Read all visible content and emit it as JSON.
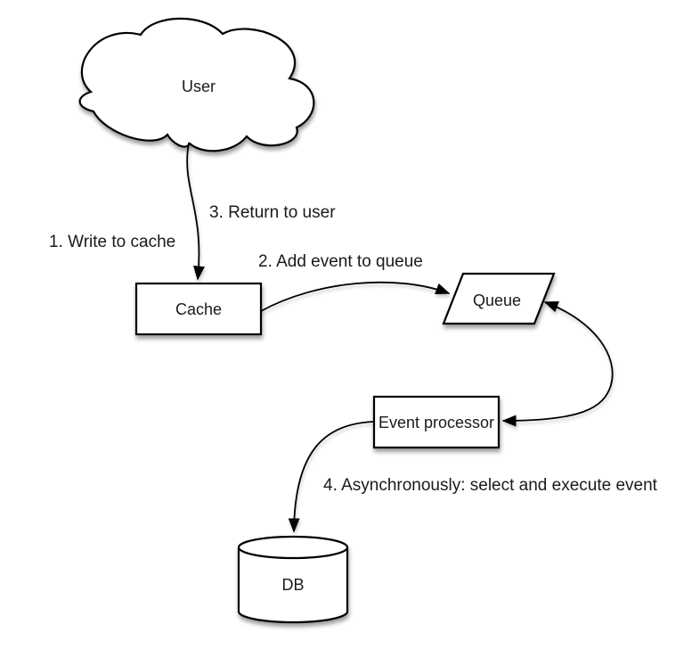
{
  "diagram": {
    "type": "flow-diagram",
    "colors": {
      "background": "#ffffff",
      "shape_fill": "#ffffff",
      "shape_stroke": "#000000",
      "line": "#000000",
      "text": "#1a1a1a"
    },
    "nodes": [
      {
        "id": "user",
        "shape": "cloud",
        "label": "User"
      },
      {
        "id": "cache",
        "shape": "rectangle",
        "label": "Cache"
      },
      {
        "id": "queue",
        "shape": "parallelogram",
        "label": "Queue"
      },
      {
        "id": "event-processor",
        "shape": "rectangle",
        "label": "Event processor"
      },
      {
        "id": "db",
        "shape": "cylinder",
        "label": "DB"
      }
    ],
    "edges": [
      {
        "from": "user",
        "to": "cache",
        "style": "arrow"
      },
      {
        "from": "cache",
        "to": "queue",
        "style": "arrow"
      },
      {
        "from": "queue",
        "to": "event-processor",
        "style": "double-arrow"
      },
      {
        "from": "event-processor",
        "to": "db",
        "style": "arrow"
      }
    ],
    "annotations": [
      {
        "id": "step-1",
        "text": "1. Write to cache"
      },
      {
        "id": "step-2",
        "text": "2. Add event to queue"
      },
      {
        "id": "step-3",
        "text": "3. Return to user"
      },
      {
        "id": "step-4",
        "text": "4. Asynchronously: select and execute event"
      }
    ]
  }
}
